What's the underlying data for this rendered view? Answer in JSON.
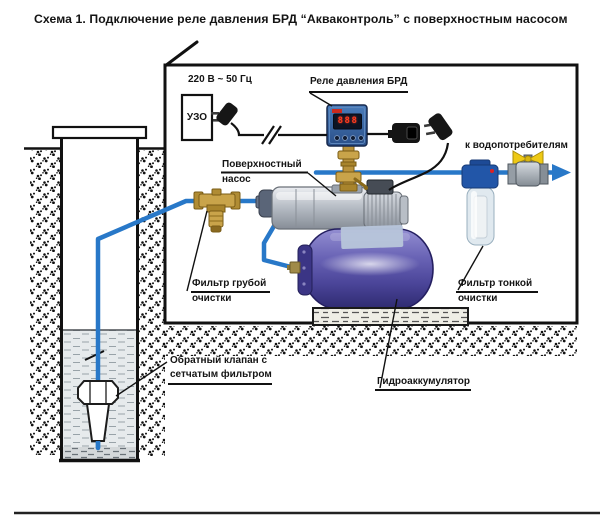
{
  "title": "Схема 1. Подключение реле давления БРД “Акваконтроль” с поверхностным насосом",
  "house": {
    "power_label": "220 В ~ 50 Гц",
    "rcd_label": "УЗО",
    "relay_label": "Реле давления БРД",
    "relay_display_value": "888",
    "pump_label_line1": "Поверхностный",
    "pump_label_line2": "насос",
    "consumers_label": "к водопотребителям",
    "fine_filter_label_line1": "Фильтр тонкой",
    "fine_filter_label_line2": "очистки",
    "accumulator_label": "Гидроаккумулятор"
  },
  "well": {
    "coarse_filter_label_line1": "Фильтр грубой",
    "coarse_filter_label_line2": "очистки",
    "check_valve_label_line1": "Обратный клапан с",
    "check_valve_label_line2": "сетчатым фильтром"
  },
  "colors": {
    "pipe_blue": "#2878c8",
    "relay_blue": "#33639f",
    "display_red": "#ff3b1e",
    "brass": "#c9a44a",
    "tank_purple": "#5a54a8",
    "valve_yellow": "#eec915",
    "line_black": "#1a1a1a"
  }
}
